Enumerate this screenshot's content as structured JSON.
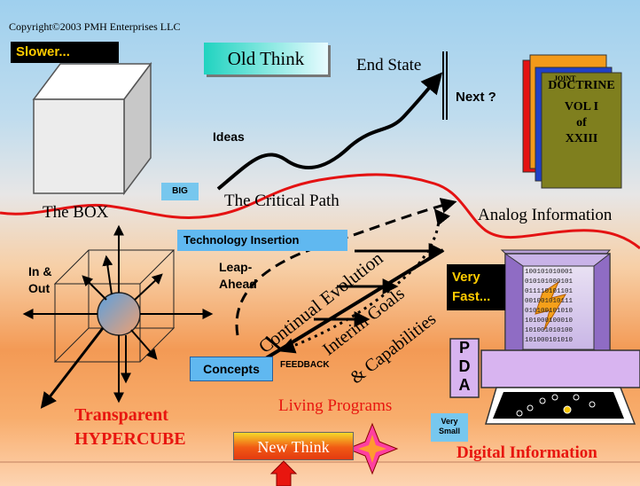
{
  "copyright": "Copyright©2003 PMH Enterprises LLC",
  "slower": "Slower...",
  "old_think": "Old Think",
  "end_state": "End State",
  "next": "Next ?",
  "ideas": "Ideas",
  "big": "BIG",
  "critical_path": "The Critical Path",
  "the_box": "The BOX",
  "analog_information": "Analog Information",
  "technology_insertion": "Technology Insertion",
  "in_out": [
    "In &",
    "Out"
  ],
  "leap_ahead": [
    "Leap-",
    "Ahead"
  ],
  "very_fast": [
    "Very",
    "Fast..."
  ],
  "continual_evolution": "Continual Evolution",
  "interim_goals": "Interim Goals",
  "capabilities": "& Capabilities",
  "concepts": "Concepts",
  "feedback": "FEEDBACK",
  "transparent_hypercube": [
    "Transparent",
    "HYPERCUBE"
  ],
  "living_programs": "Living Programs",
  "very_small": [
    "Very",
    "Small"
  ],
  "digital_information": "Digital Information",
  "new_think": "New Think",
  "pda": [
    "P",
    "D",
    "A"
  ],
  "doctrine": {
    "joint": "JOINT",
    "title": "DOCTRINE",
    "vol": "VOL I",
    "of": "of",
    "number": "XXIII"
  },
  "binary_lines": [
    "100101010001",
    "010101000101",
    "011110101101",
    "001001010111",
    "010100101010",
    "101000100010",
    "101001010100",
    "101000101010"
  ],
  "colors": {
    "accent_red": "#e8160f",
    "label_blue": "#60b8f0",
    "book_olive": "#7f7f1e",
    "monitor_purple": "#d8b4f0",
    "bolt_orange": "#f5a01a"
  }
}
